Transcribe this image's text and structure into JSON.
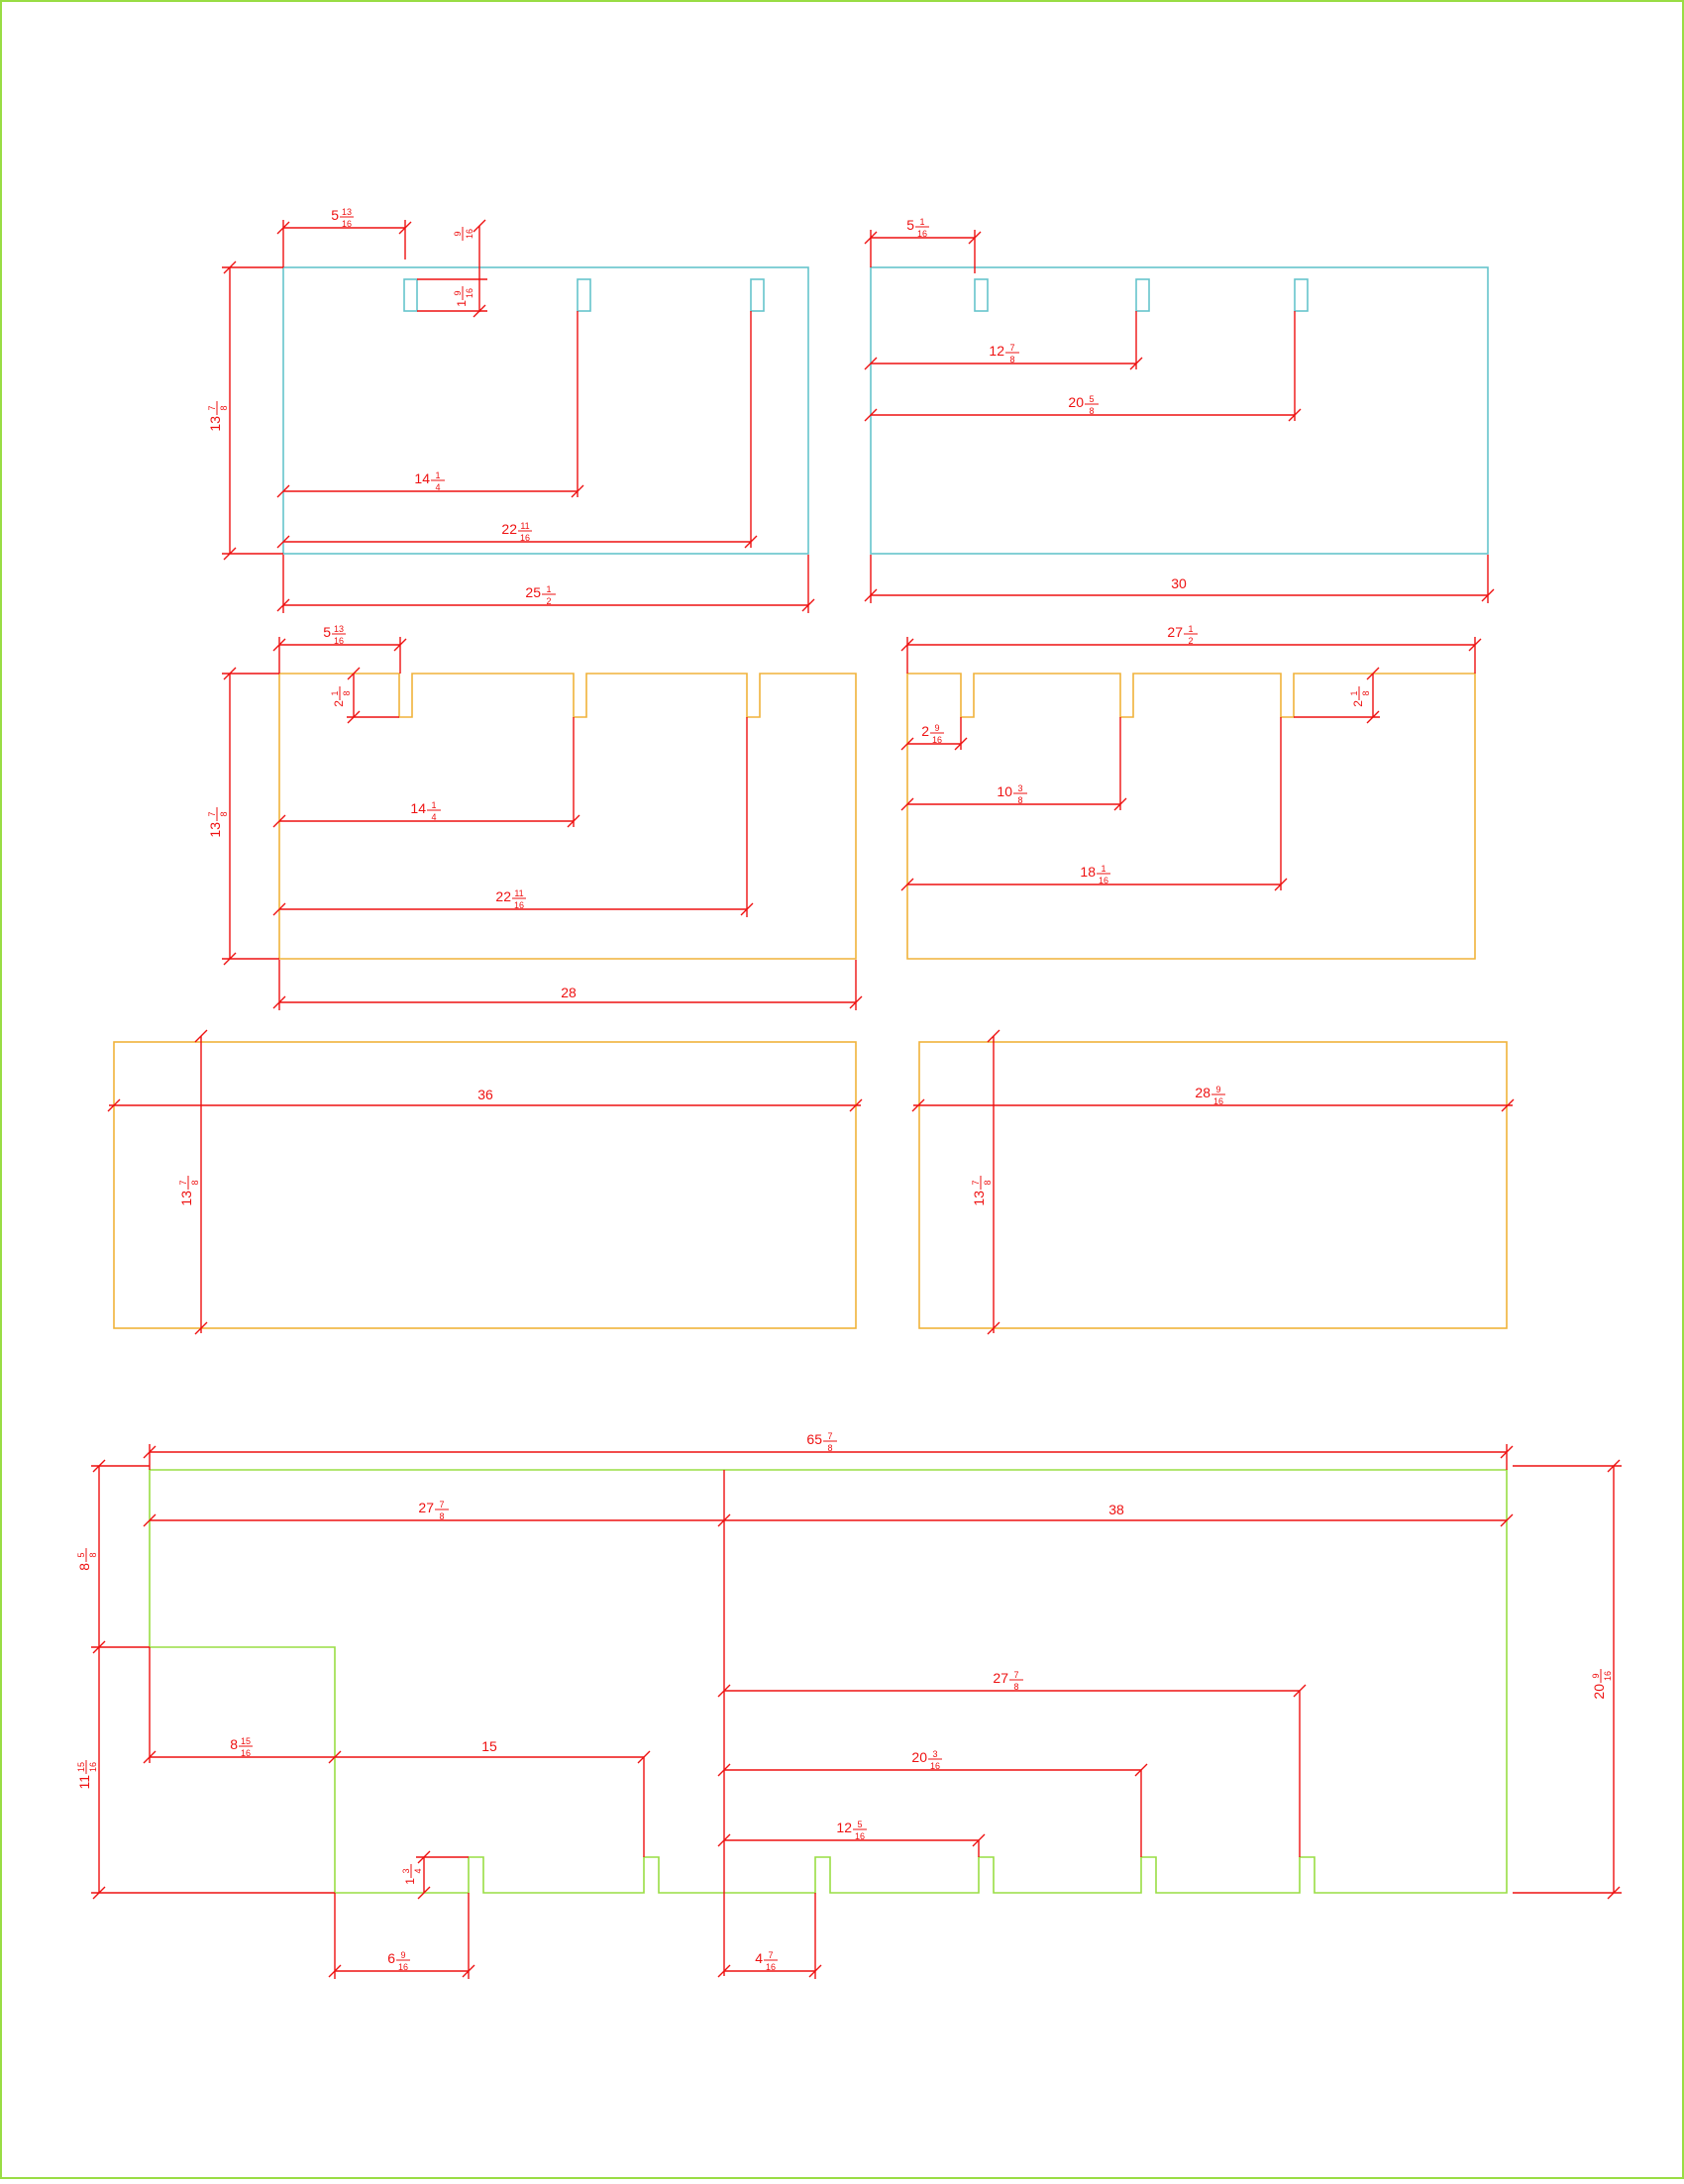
{
  "colors": {
    "dimension": "#ee1111",
    "upper_panels": "#66c4cc",
    "slotted_panels": "#f0b23a",
    "plain_panels": "#f0b23a",
    "base_panel": "#99dd44",
    "border": "#99dd44"
  },
  "dims": {
    "p1": {
      "offset_first": {
        "whole": "5",
        "num": "13",
        "den": "16"
      },
      "slot_width": {
        "whole": "",
        "num": "9",
        "den": "16"
      },
      "slot_depth": {
        "whole": "1",
        "num": "9",
        "den": "16"
      },
      "height": {
        "whole": "13",
        "num": "7",
        "den": "8"
      },
      "slot2": {
        "whole": "14",
        "num": "1",
        "den": "4"
      },
      "slot3": {
        "whole": "22",
        "num": "11",
        "den": "16"
      },
      "width": {
        "whole": "25",
        "num": "1",
        "den": "2"
      }
    },
    "p2": {
      "offset_first": {
        "whole": "5",
        "num": "1",
        "den": "16"
      },
      "slot2": {
        "whole": "12",
        "num": "7",
        "den": "8"
      },
      "slot3": {
        "whole": "20",
        "num": "5",
        "den": "8"
      },
      "width": {
        "whole": "30",
        "num": "",
        "den": ""
      }
    },
    "p3": {
      "offset_first": {
        "whole": "5",
        "num": "13",
        "den": "16"
      },
      "notch_depth": {
        "whole": "2",
        "num": "1",
        "den": "8"
      },
      "height": {
        "whole": "13",
        "num": "7",
        "den": "8"
      },
      "slot2": {
        "whole": "14",
        "num": "1",
        "den": "4"
      },
      "slot3": {
        "whole": "22",
        "num": "11",
        "den": "16"
      },
      "width": {
        "whole": "28",
        "num": "",
        "den": ""
      }
    },
    "p4": {
      "width": {
        "whole": "27",
        "num": "1",
        "den": "2"
      },
      "offset_first": {
        "whole": "2",
        "num": "9",
        "den": "16"
      },
      "notch_depth": {
        "whole": "2",
        "num": "1",
        "den": "8"
      },
      "slot2": {
        "whole": "10",
        "num": "3",
        "den": "8"
      },
      "slot3": {
        "whole": "18",
        "num": "1",
        "den": "16"
      }
    },
    "p5": {
      "width": {
        "whole": "36",
        "num": "",
        "den": ""
      },
      "height": {
        "whole": "13",
        "num": "7",
        "den": "8"
      }
    },
    "p6": {
      "width": {
        "whole": "28",
        "num": "9",
        "den": "16"
      },
      "height": {
        "whole": "13",
        "num": "7",
        "den": "8"
      }
    },
    "base": {
      "total_width": {
        "whole": "65",
        "num": "7",
        "den": "8"
      },
      "left_width": {
        "whole": "27",
        "num": "7",
        "den": "8"
      },
      "right_width": {
        "whole": "38",
        "num": "",
        "den": ""
      },
      "upper_left_height": {
        "whole": "8",
        "num": "5",
        "den": "8"
      },
      "lower_left_height": {
        "whole": "11",
        "num": "15",
        "den": "16"
      },
      "total_height": {
        "whole": "20",
        "num": "9",
        "den": "16"
      },
      "right_slot3": {
        "whole": "27",
        "num": "7",
        "den": "8"
      },
      "step_width": {
        "whole": "8",
        "num": "15",
        "den": "16"
      },
      "slot_run": {
        "whole": "15",
        "num": "",
        "den": ""
      },
      "right_slot2": {
        "whole": "20",
        "num": "3",
        "den": "16"
      },
      "right_slot1": {
        "whole": "12",
        "num": "5",
        "den": "16"
      },
      "notch_depth": {
        "whole": "1",
        "num": "3",
        "den": "4"
      },
      "left_slot_offset": {
        "whole": "6",
        "num": "9",
        "den": "16"
      },
      "center_slot_offset": {
        "whole": "4",
        "num": "7",
        "den": "16"
      }
    }
  }
}
